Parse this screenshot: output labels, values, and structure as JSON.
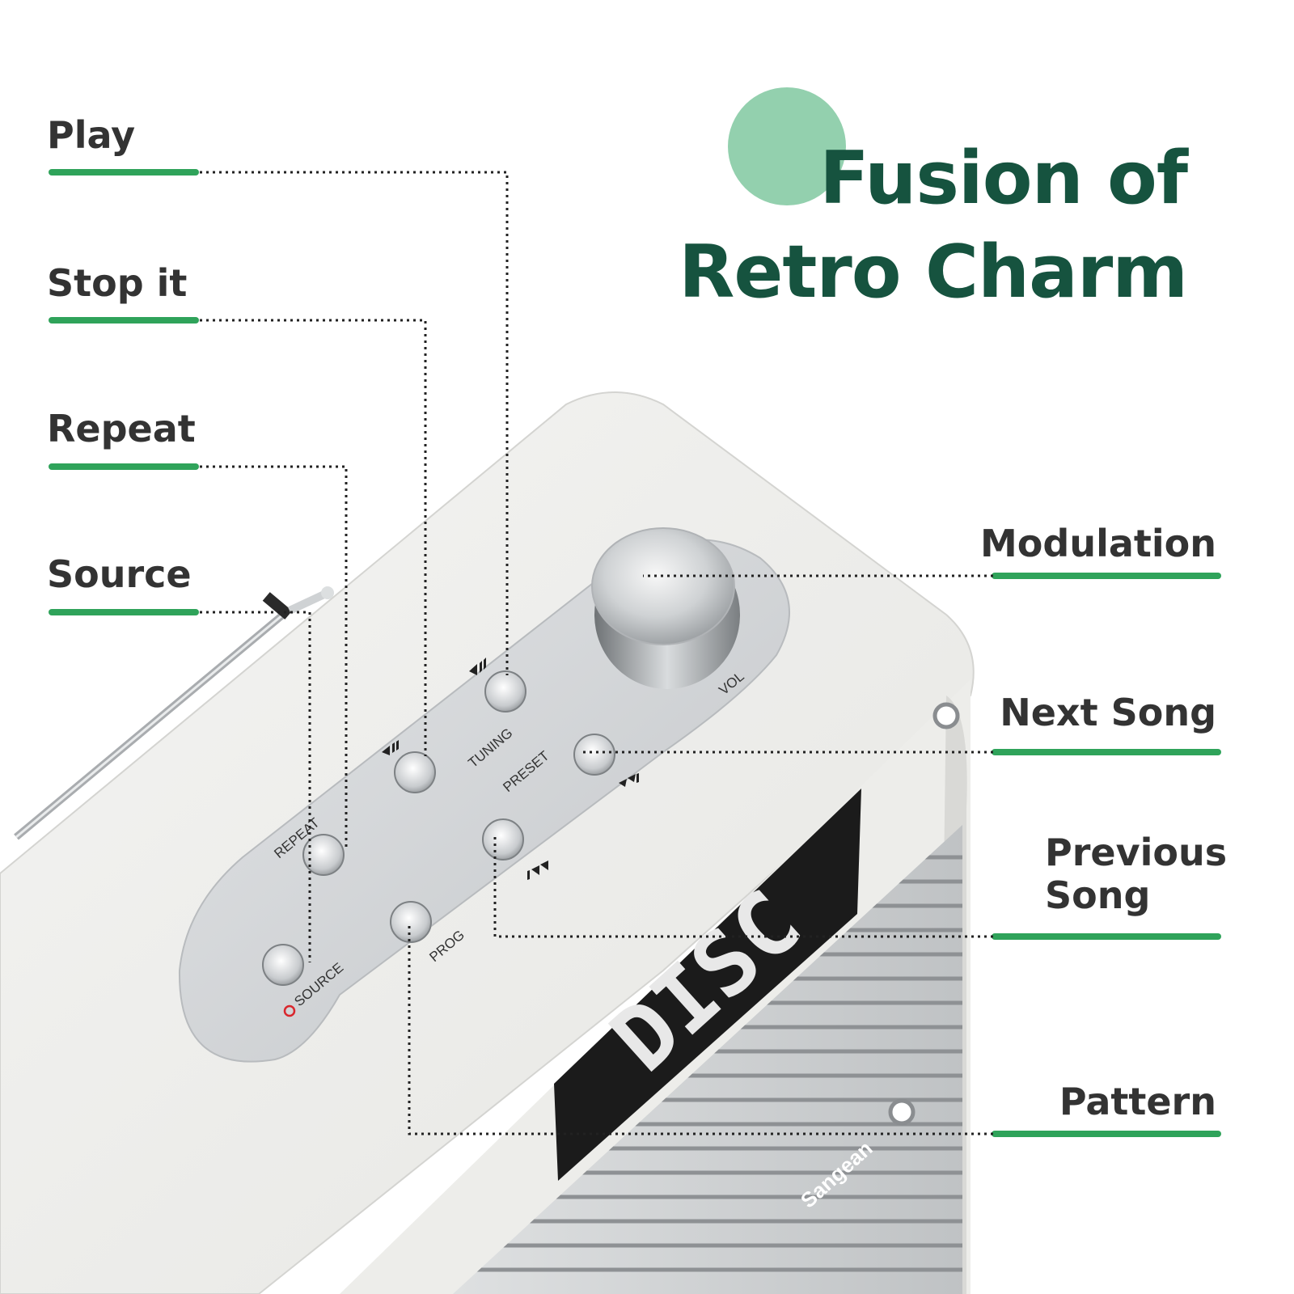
{
  "headline": {
    "line1": "Fusion of",
    "line2": "Retro Charm"
  },
  "callouts_left": [
    "Play",
    "Stop it",
    "Repeat",
    "Source"
  ],
  "callouts_right": {
    "modulation": "Modulation",
    "next_song": "Next Song",
    "previous_song_line1": "Previous",
    "previous_song_line2": "Song",
    "pattern": "Pattern"
  },
  "device": {
    "button_labels": {
      "tuning": "TUNING",
      "preset": "PRESET",
      "repeat": "REPEAT",
      "source": "SOURCE",
      "prog": "PROG",
      "vol": "VOL"
    },
    "display_text": "DISC",
    "brand": "Sangean"
  },
  "colors": {
    "title": "#16533f",
    "accent_green": "#2fa35a",
    "accent_circle": "#93d0ae",
    "label_text": "#333333"
  }
}
